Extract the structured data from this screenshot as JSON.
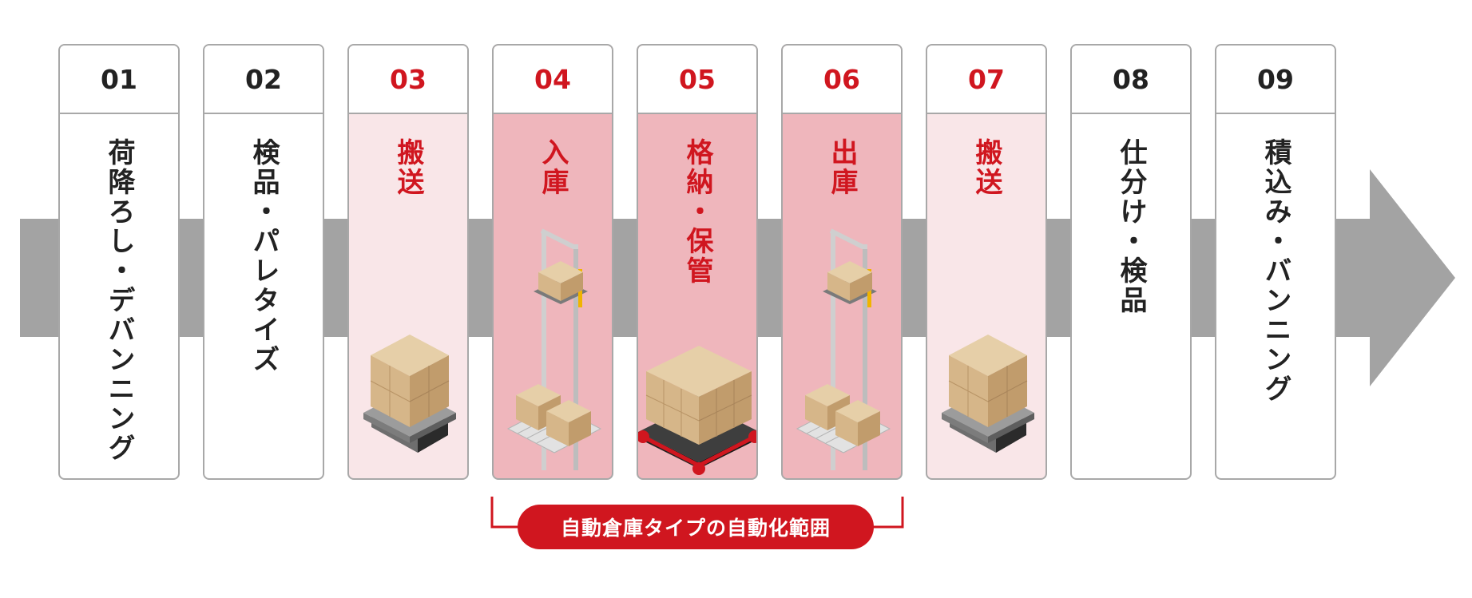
{
  "steps": [
    {
      "number": "01",
      "label": "荷降ろし・デバンニング",
      "style": "plain"
    },
    {
      "number": "02",
      "label": "検品・パレタイズ",
      "style": "plain"
    },
    {
      "number": "03",
      "label": "搬送",
      "style": "light",
      "illustration": "agv-cart-icon"
    },
    {
      "number": "04",
      "label": "入庫",
      "style": "dark",
      "illustration": "lift-conveyor-icon"
    },
    {
      "number": "05",
      "label": "格納・保管",
      "style": "dark",
      "illustration": "storage-shuttle-icon"
    },
    {
      "number": "06",
      "label": "出庫",
      "style": "dark",
      "illustration": "lift-conveyor-icon"
    },
    {
      "number": "07",
      "label": "搬送",
      "style": "light",
      "illustration": "agv-cart-icon"
    },
    {
      "number": "08",
      "label": "仕分け・検品",
      "style": "plain"
    },
    {
      "number": "09",
      "label": "積込み・バンニング",
      "style": "plain"
    }
  ],
  "range_label": "自動倉庫タイプの自動化範囲",
  "colors": {
    "accent": "#d0161f",
    "light_fill": "#f9e6e8",
    "dark_fill": "#efb6bc",
    "arrow": "#a3a3a3",
    "border": "#a8a8a8",
    "text": "#222222"
  }
}
